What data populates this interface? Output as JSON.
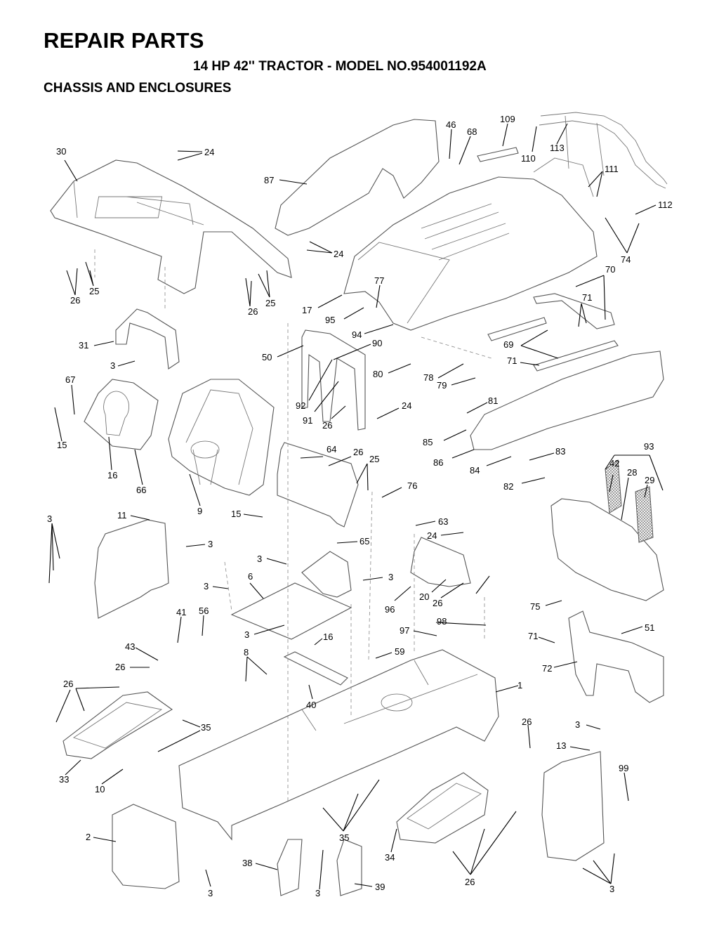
{
  "header": {
    "title": "REPAIR PARTS",
    "subtitle": "14 HP 42'' TRACTOR - MODEL NO.954001192A",
    "section": "CHASSIS AND ENCLOSURES"
  },
  "callouts": {
    "c24a": "24",
    "c30": "30",
    "c87": "87",
    "c46": "46",
    "c68": "68",
    "c109": "109",
    "c110": "110",
    "c113": "113",
    "c111": "111",
    "c112": "112",
    "c74": "74",
    "c24b": "24",
    "c25a": "25",
    "c26a": "26",
    "c26b": "26",
    "c25b": "25",
    "c17": "17",
    "c95": "95",
    "c77": "77",
    "c94": "94",
    "c70": "70",
    "c71a": "71",
    "c31": "31",
    "c3a": "3",
    "c50": "50",
    "c90": "90",
    "c80": "80",
    "c78": "78",
    "c79": "79",
    "c69": "69",
    "c71b": "71",
    "c67": "67",
    "c15a": "15",
    "c16a": "16",
    "c66": "66",
    "c9": "9",
    "c92": "92",
    "c91": "91",
    "c26c": "26",
    "c24c": "24",
    "c81": "81",
    "c85": "85",
    "c86": "86",
    "c84": "84",
    "c83": "83",
    "c82": "82",
    "c93": "93",
    "c42": "42",
    "c28": "28",
    "c29": "29",
    "c64": "64",
    "c26d": "26",
    "c25c": "25",
    "c76": "76",
    "c15b": "15",
    "c3b": "3",
    "c11": "11",
    "c3c": "3",
    "c63": "63",
    "c24d": "24",
    "c65": "65",
    "c3d": "3",
    "c6": "6",
    "c3e": "3",
    "c3f": "3",
    "c96": "96",
    "c20": "20",
    "c26e": "26",
    "c75": "75",
    "c51": "51",
    "c41": "41",
    "c56": "56",
    "c3g": "3",
    "c16b": "16",
    "c97": "97",
    "c98": "98",
    "c71c": "71",
    "c43": "43",
    "c26f": "26",
    "c8": "8",
    "c59": "59",
    "c72": "72",
    "c26g": "26",
    "c40": "40",
    "c1": "1",
    "c35a": "35",
    "c26h": "26",
    "c3h": "3",
    "c13": "13",
    "c33": "33",
    "c10": "10",
    "c99": "99",
    "c2": "2",
    "c35b": "35",
    "c34": "34",
    "c38": "38",
    "c3i": "3",
    "c39": "39",
    "c3j": "3",
    "c26i": "26",
    "c3k": "3"
  }
}
